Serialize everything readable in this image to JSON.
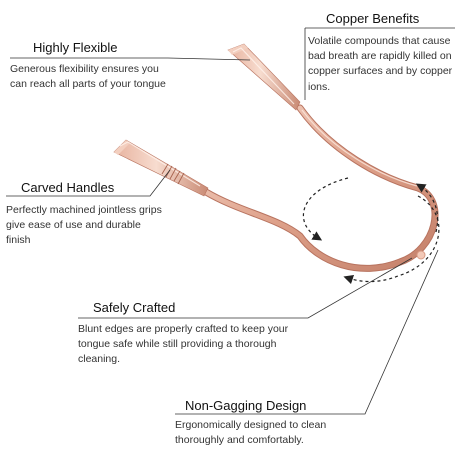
{
  "callouts": {
    "copper": {
      "title": "Copper Benefits",
      "desc": "Volatile compounds that cause bad breath are rapidly killed on copper surfaces and by copper ions."
    },
    "flexible": {
      "title": "Highly Flexible",
      "desc": "Generous flexibility ensures you can reach all parts of your tongue"
    },
    "carved": {
      "title": "Carved Handles",
      "desc": "Perfectly machined jointless grips give ease of use and durable finish"
    },
    "safe": {
      "title": "Safely Crafted",
      "desc": "Blunt edges are properly crafted to keep your tongue safe while still providing a thorough cleaning."
    },
    "gag": {
      "title": "Non-Gagging Design",
      "desc": "Ergonomically designed to clean thoroughly and comfortably."
    }
  },
  "colors": {
    "copper_light": "#f2c9b8",
    "copper_mid": "#d99a84",
    "copper_dark": "#b8735f",
    "leader_line": "#333333"
  },
  "product": "copper-tongue-scraper"
}
